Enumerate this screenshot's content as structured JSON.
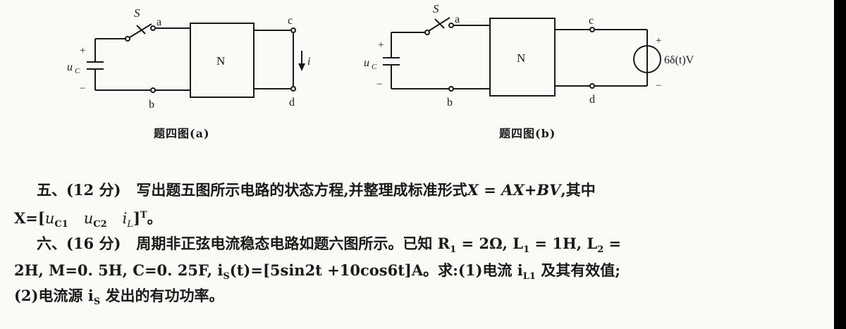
{
  "figure_a": {
    "labels": {
      "S": "S",
      "a": "a",
      "b": "b",
      "c": "c",
      "d": "d",
      "N": "N",
      "plus": "+",
      "minus": "−",
      "uc": "u",
      "uc_sub": "C",
      "i": "i"
    },
    "caption": "题四图(a)"
  },
  "figure_b": {
    "labels": {
      "S": "S",
      "a": "a",
      "b": "b",
      "c": "c",
      "d": "d",
      "N": "N",
      "plus": "+",
      "minus": "−",
      "uc": "u",
      "uc_sub": "C",
      "src_plus": "+",
      "src_minus": "−",
      "source": "6δ(t)V"
    },
    "caption": "题四图(b)"
  },
  "q5": {
    "line1": "五、(12 分)   写出题五图所示电路的状态方程,并整理成标准形式",
    "eq": "X = AX+BV",
    "tail": ",其中",
    "line2_start": "X=[",
    "uC1": "u",
    "uC1_sub": "C1",
    "uC2": "u",
    "uC2_sub": "C2",
    "iL": "i",
    "iL_sub": "L",
    "line2_end": "]",
    "T": "T",
    "period": "。"
  },
  "q6": {
    "line1": "六、(16 分)   周期非正弦电流稳态电路如题六图所示。已知 R",
    "R1_sub": "1",
    "p1": " = 2Ω, L",
    "L1_sub": "1",
    "p2": " = 1H, L",
    "L2_sub": "2",
    "p3": " =",
    "line2": "2H, M=0. 5H, C=0. 25F, i",
    "is_sub": "S",
    "line2b": "(t)=[5sin2t +10cos6t]A。求:(1)电流 i",
    "iL1_sub": "L1",
    "line2c": " 及其有效值;",
    "line3": "(2)电流源 i",
    "is3_sub": "S",
    "line3b": " 发出的有功功率。"
  }
}
